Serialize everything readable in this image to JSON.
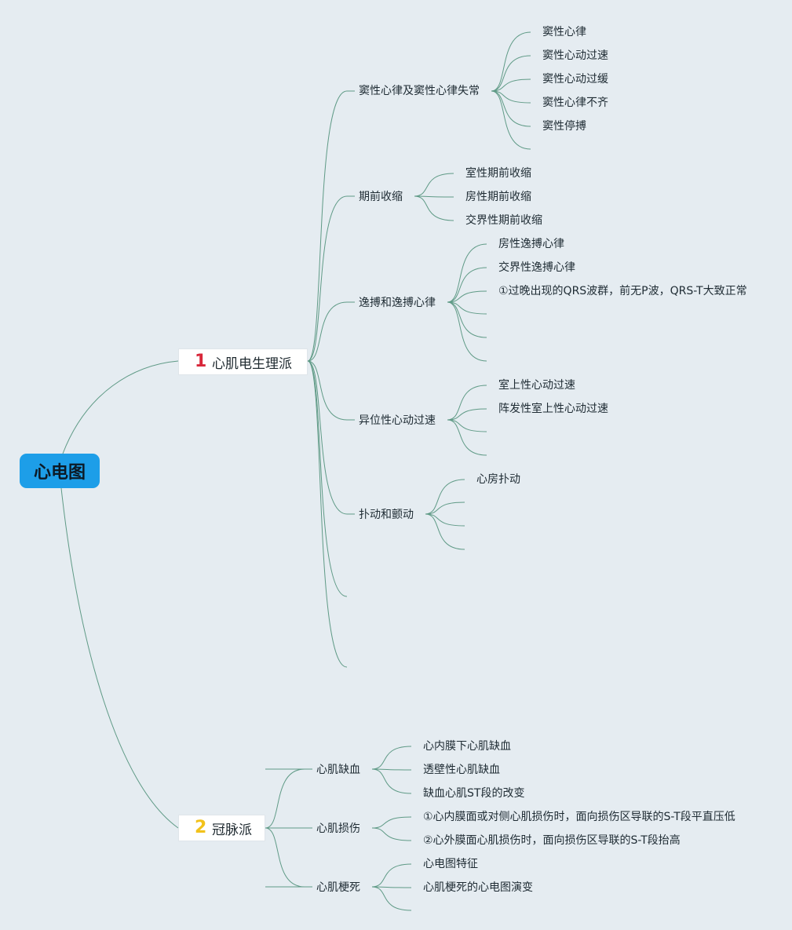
{
  "root": {
    "label": "心电图"
  },
  "branch1": {
    "number": "1",
    "label": "心肌电生理派",
    "badge_color": "#d8273a",
    "children": [
      {
        "label": "窦性心律及窦性心律失常",
        "leaves": [
          "窦性心律",
          "窦性心动过速",
          "窦性心动过缓",
          "窦性心律不齐",
          "窦性停搏"
        ]
      },
      {
        "label": "期前收缩",
        "leaves": [
          "室性期前收缩",
          "房性期前收缩",
          "交界性期前收缩"
        ]
      },
      {
        "label": "逸搏和逸搏心律",
        "leaves": [
          "房性逸搏心律",
          "交界性逸搏心律",
          "①过晚出现的QRS波群，前无P波，QRS-T大致正常"
        ]
      },
      {
        "label": "异位性心动过速",
        "leaves": [
          "室上性心动过速",
          "阵发性室上性心动过速"
        ]
      },
      {
        "label": "扑动和颤动",
        "leaves": [
          "心房扑动"
        ]
      }
    ]
  },
  "branch2": {
    "number": "2",
    "label": "冠脉派",
    "badge_color": "#f2c21b",
    "children": [
      {
        "label": "心肌缺血",
        "leaves": [
          "心内膜下心肌缺血",
          "透壁性心肌缺血",
          "缺血心肌ST段的改变"
        ]
      },
      {
        "label": "心肌损伤",
        "leaves": [
          "①心内膜面或对侧心肌损伤时，面向损伤区导联的S-T段平直压低",
          "②心外膜面心肌损伤时，面向损伤区导联的S-T段抬高"
        ]
      },
      {
        "label": "心肌梗死",
        "leaves": [
          "心电图特征",
          "心肌梗死的心电图演变"
        ]
      }
    ]
  }
}
